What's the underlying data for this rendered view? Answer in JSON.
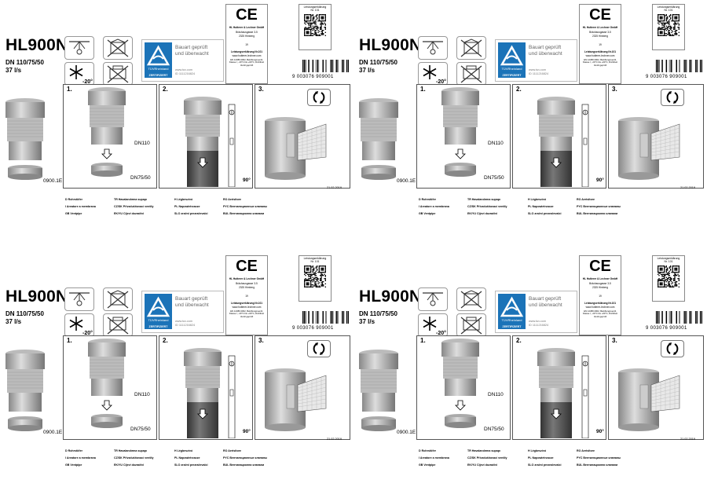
{
  "product": {
    "model": "HL900N",
    "dimensions": "DN 110/75/50",
    "flow": "37 l/s",
    "part_code": "0900.1E"
  },
  "certification": {
    "tuv_text_line1": "Bauart geprüft",
    "tuv_text_line2": "und überwacht",
    "tuv_brand": "TÜVRheinland",
    "tuv_certified": "ZERTIFIZIERT",
    "tuv_url": "www.tuv.com",
    "tuv_id": "ID  1111216824",
    "ce_mark": "CE",
    "manufacturer": "HL Hutterer & Lechner GmbH",
    "street": "Bräuhausgasse 3-5",
    "city": "2325 Himberg",
    "ce_year": "19",
    "dop": "Leistungserklärung Nr.101",
    "website": "www.hutterer-lechner.com",
    "ce_small": "EN 12380:2002, Belüftungsventil, Klasse I, -20°C bis +60°C, Dichtheit Ventil geprüft"
  },
  "qr": {
    "caption_line1": "Leistungserklärung",
    "caption_line2": "Nr. 101"
  },
  "barcode": {
    "number": "9 003076 909001"
  },
  "icons": [
    "no-sunlight-icon",
    "no-outdoor-icon",
    "frost-icon",
    "no-pressure-icon"
  ],
  "frost_temp": "-20°",
  "steps": {
    "step1": "1.",
    "step2": "2.",
    "step3": "3.",
    "dn110": "DN110",
    "dn75": "DN75/50",
    "angle": "90°"
  },
  "date": "21.02.2019",
  "languages": {
    "col1": [
      "D Rohrstöfer",
      "I Areatore a membrana",
      "GB Ventpipe"
    ],
    "col2": [
      "TR Havalandırma supapı",
      "CZ/SK Přivzdušňovací ventily",
      "EK/YU Cijevi dozračivi"
    ],
    "col3": [
      "H Légbeszívó",
      "PL Napowietrzacze",
      "SLO zračni prezračevalci"
    ],
    "col4": [
      "RO Aerisitore",
      "PYC Вентиляционные клапаны",
      "BUL Вентилационни клапани"
    ]
  }
}
